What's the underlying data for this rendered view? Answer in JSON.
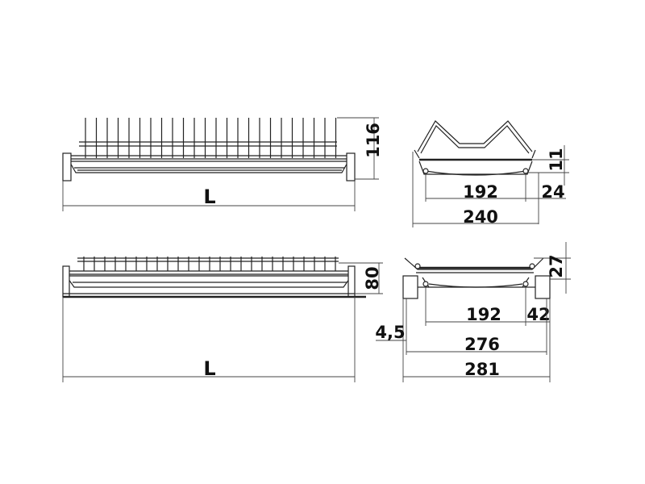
{
  "drawing": {
    "top_front": {
      "length_label": "L",
      "height_label": "116"
    },
    "top_side": {
      "dim_11": "11",
      "dim_192": "192",
      "dim_24": "24",
      "dim_240": "240"
    },
    "bottom_front": {
      "length_label": "L",
      "height_label": "80"
    },
    "bottom_side": {
      "dim_27": "27",
      "dim_192": "192",
      "dim_42": "42",
      "dim_4_5": "4,5",
      "dim_276": "276",
      "dim_281": "281"
    }
  }
}
